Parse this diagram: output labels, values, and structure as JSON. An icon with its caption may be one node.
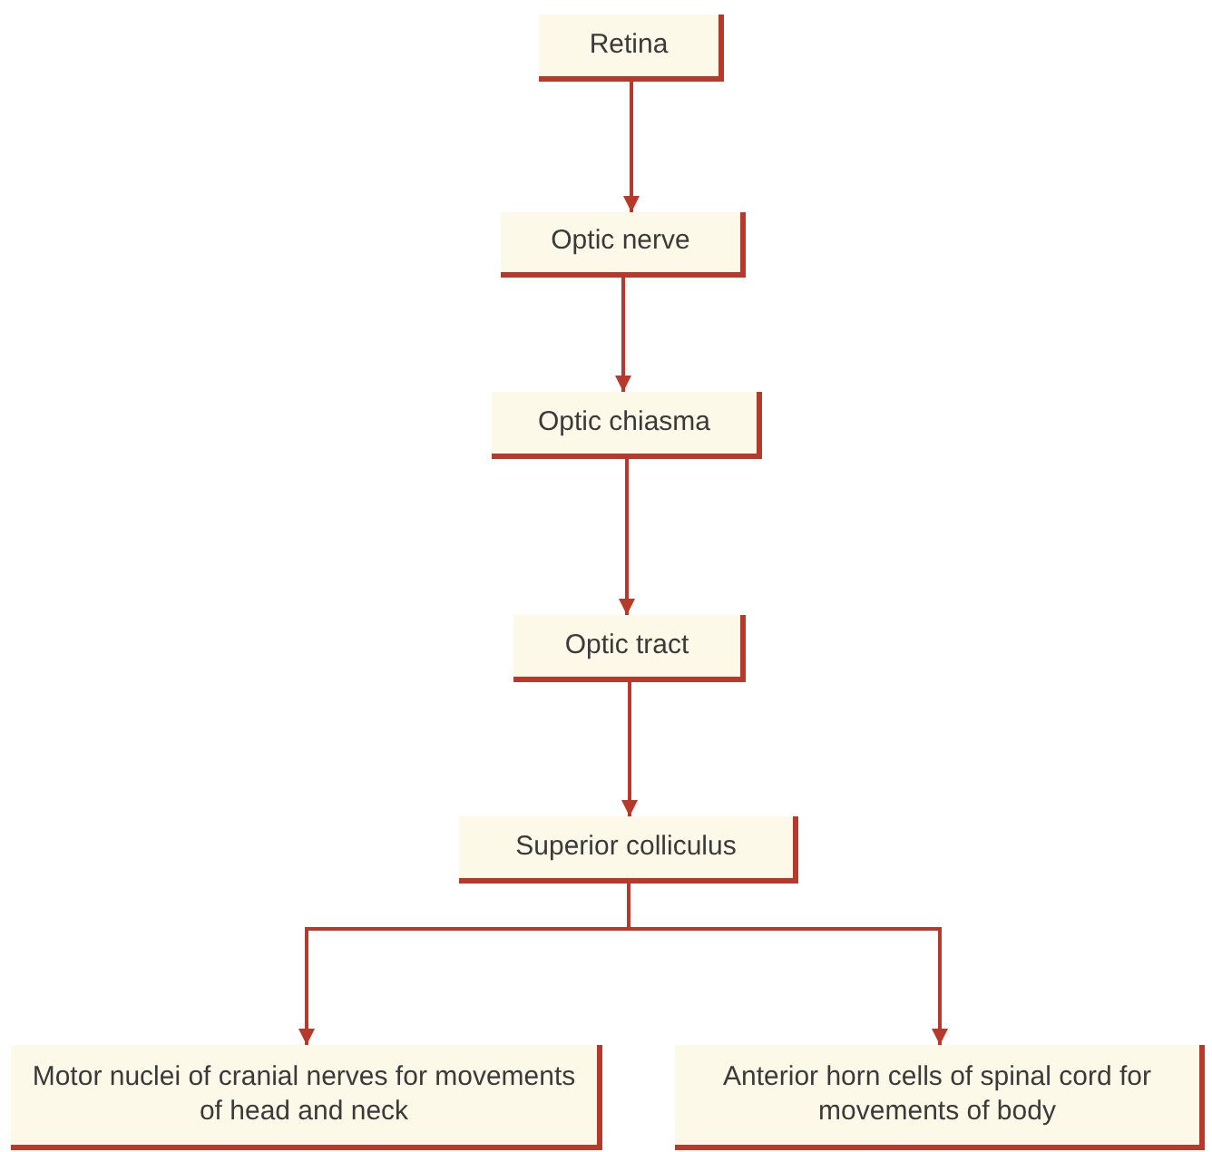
{
  "diagram": {
    "nodes": [
      {
        "text": [
          "Retina"
        ]
      },
      {
        "text": [
          "Optic nerve"
        ]
      },
      {
        "text": [
          "Optic chiasma"
        ]
      },
      {
        "text": [
          "Optic tract"
        ]
      },
      {
        "text": [
          "Superior colliculus"
        ]
      },
      {
        "text": [
          "Motor nuclei of cranial nerves for movements of head and neck"
        ]
      },
      {
        "text": [
          "Anterior horn cells of spinal cord for movements of body"
        ]
      }
    ],
    "edges": [
      {
        "from": 0,
        "to": 1,
        "arrow": "to"
      },
      {
        "from": 1,
        "to": 2,
        "arrow": "to"
      },
      {
        "from": 2,
        "to": 3,
        "arrow": "to"
      },
      {
        "from": 3,
        "to": 4,
        "arrow": "to"
      },
      {
        "from": 4,
        "to": 5,
        "arrow": "to"
      },
      {
        "from": 4,
        "to": 6,
        "arrow": "to"
      }
    ]
  }
}
